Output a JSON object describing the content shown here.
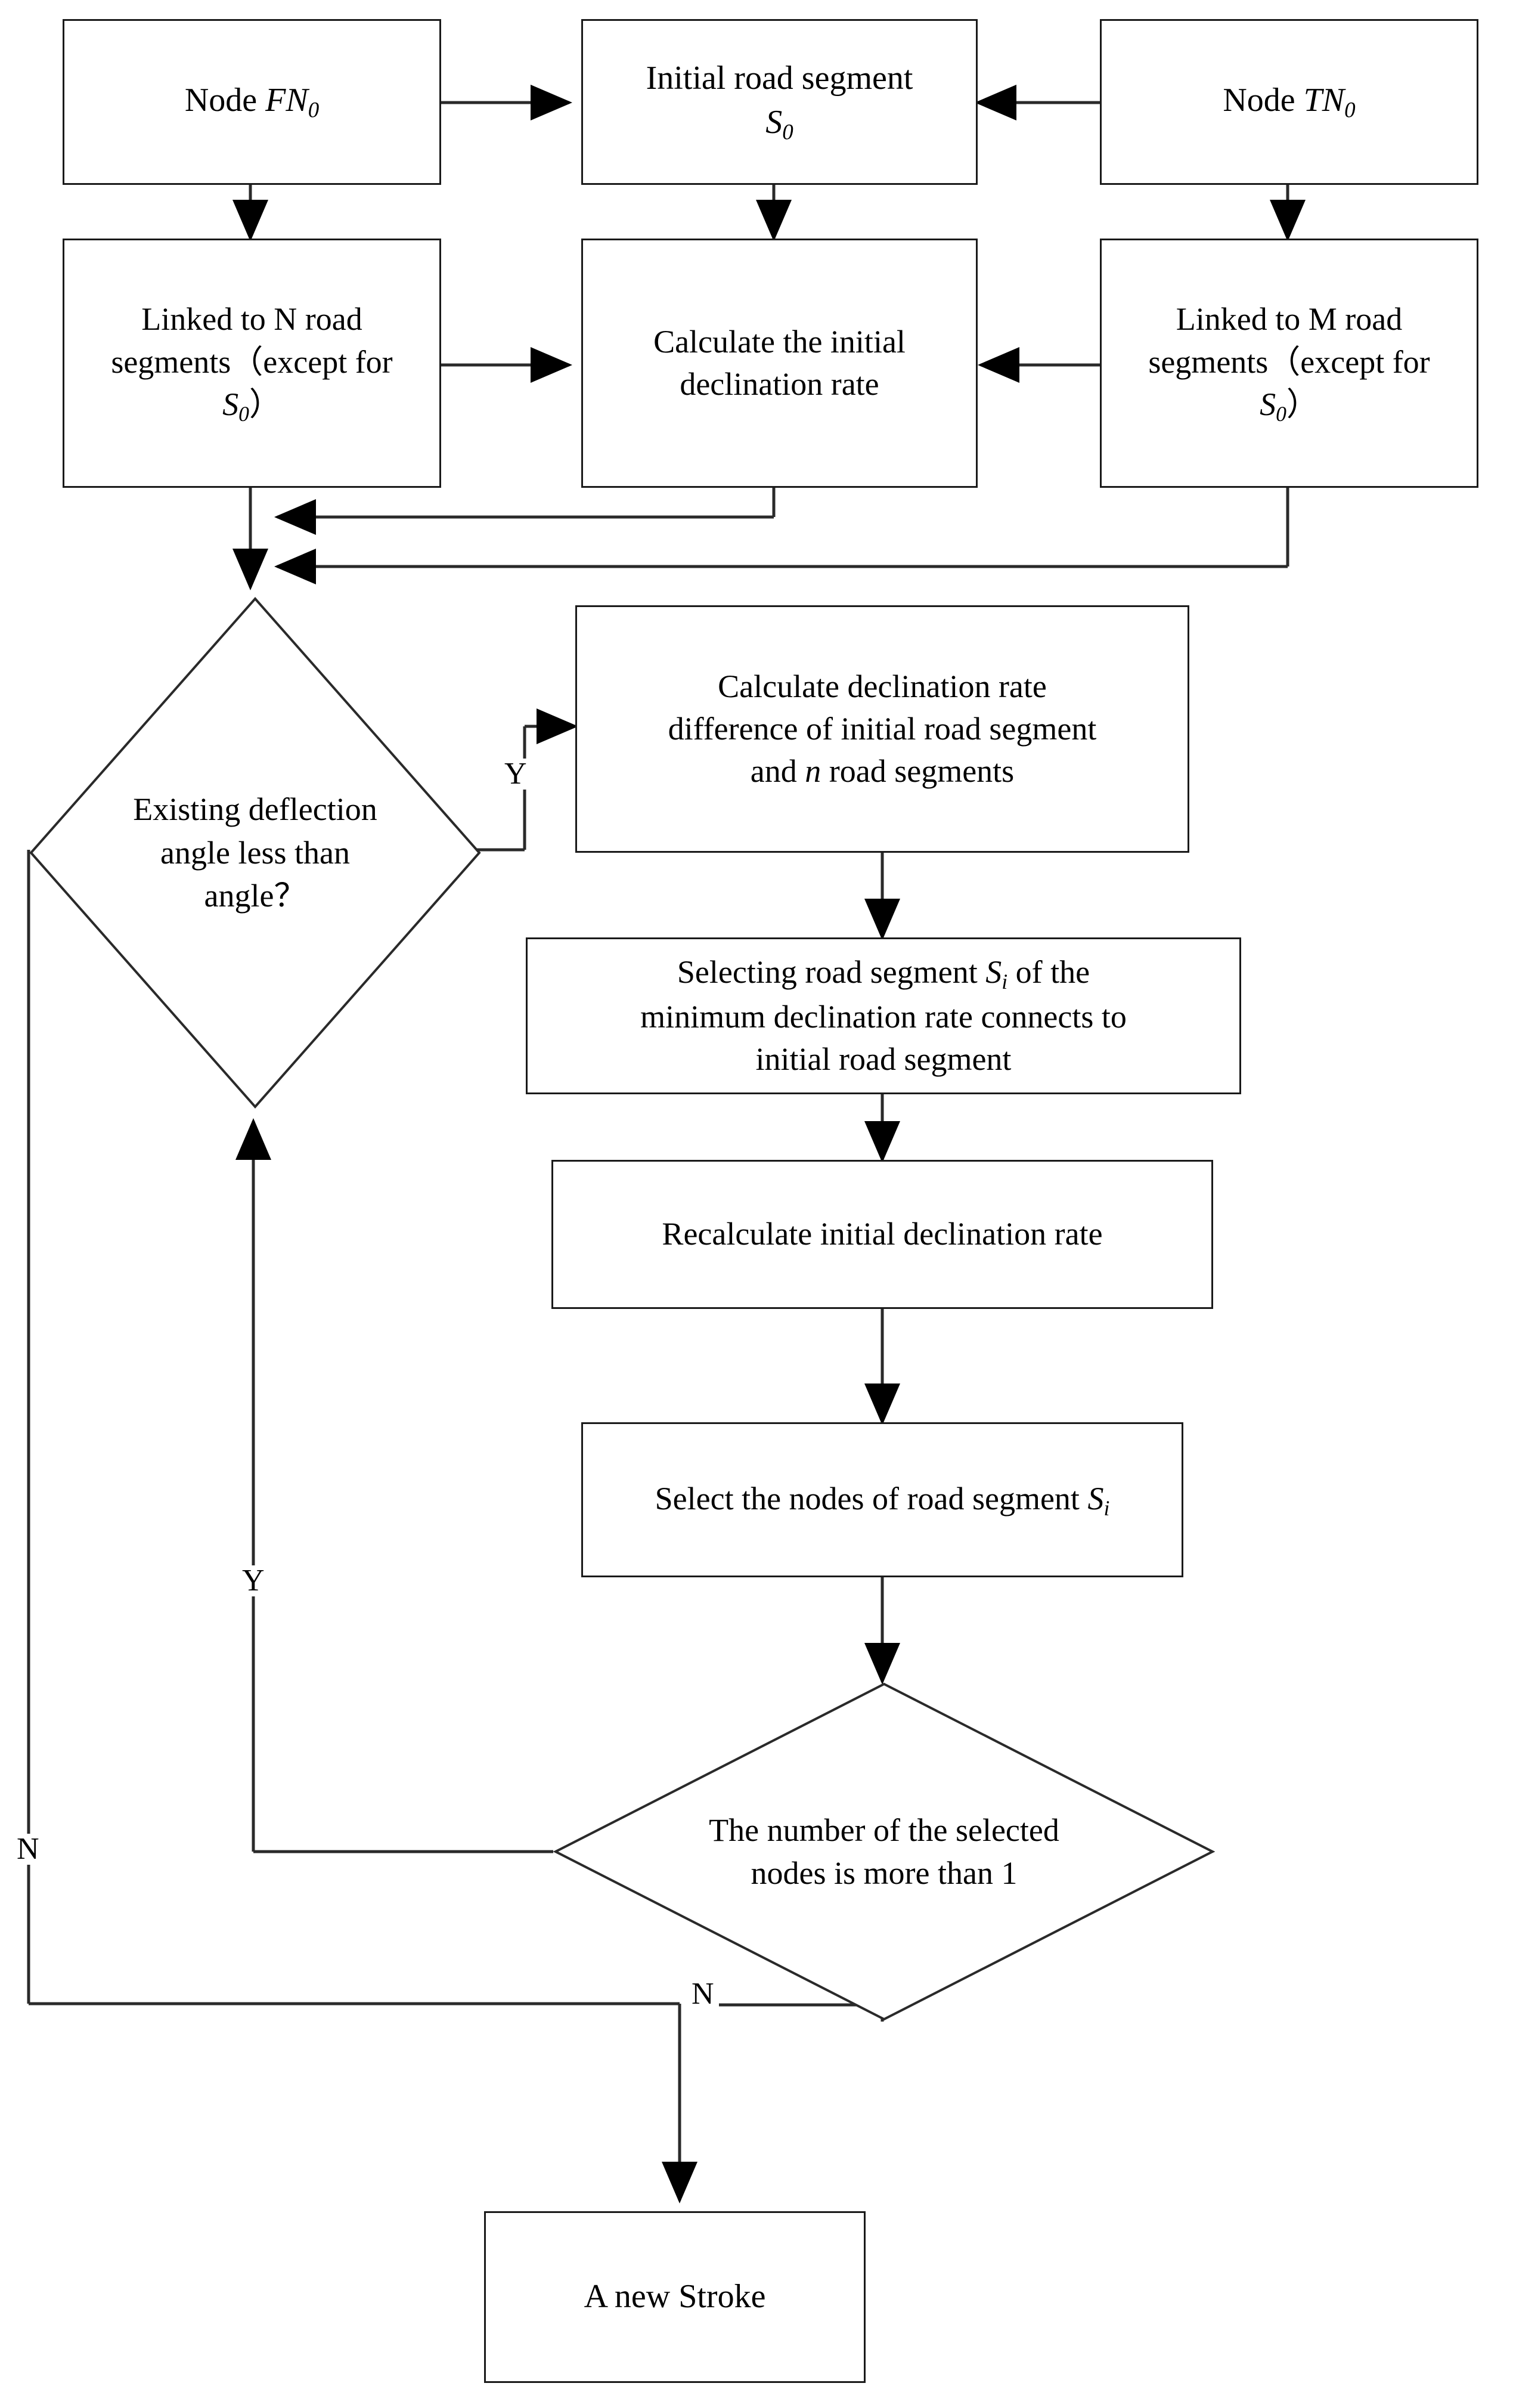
{
  "diagram": {
    "title": "Stroke generation flowchart",
    "type": "flowchart",
    "background": "#ffffff",
    "stroke_color": "#1a1a1a"
  },
  "nodes": [
    {
      "id": "fn0",
      "shape": "process",
      "label_plain": "Node  FN0",
      "line1": "Node  ",
      "var": "FN",
      "sub": "0"
    },
    {
      "id": "s0",
      "shape": "process",
      "label_plain": "Initial road segment S0",
      "line1": "Initial road segment",
      "var": "S",
      "sub": "0"
    },
    {
      "id": "tn0",
      "shape": "process",
      "label_plain": "Node  TN0",
      "line1": "Node  ",
      "var": "TN",
      "sub": "0"
    },
    {
      "id": "linkedN",
      "shape": "process",
      "label_plain": "Linked to N road segments（except for S0）",
      "line1": "Linked to N road",
      "line2": "segments（except for",
      "var": "S",
      "sub": "0",
      "tail": "）"
    },
    {
      "id": "calcinit",
      "shape": "process",
      "label_plain": "Calculate the initial declination rate",
      "line1": "Calculate the initial",
      "line2": "declination rate"
    },
    {
      "id": "linkedM",
      "shape": "process",
      "label_plain": "Linked to M road segments（except for S0）",
      "line1": "Linked to M road",
      "line2": "segments（except for",
      "var": "S",
      "sub": "0",
      "tail": "）"
    },
    {
      "id": "decision1",
      "shape": "diamond",
      "label_plain": "Existing deflection angle less than angle？",
      "line1": "Existing deflection",
      "line2": "angle less than",
      "line3": "angle？"
    },
    {
      "id": "calcdiff",
      "shape": "process",
      "label_plain": "Calculate declination rate difference of initial road segment and n road segments",
      "line1": "Calculate declination rate",
      "line2": "difference of initial road segment",
      "line3a": "and ",
      "line3var": "n",
      "line3b": " road segments"
    },
    {
      "id": "selectseg",
      "shape": "process",
      "label_plain": "Selecting road segment Si of the minimum declination rate connects to initial road segment",
      "line1a": "Selecting road segment  ",
      "var": "S",
      "sub": "i",
      "line1b": " of the",
      "line2": "minimum declination rate connects to",
      "line3": "initial road segment"
    },
    {
      "id": "recalc",
      "shape": "process",
      "label_plain": "Recalculate initial declination rate",
      "line1": "Recalculate initial declination rate"
    },
    {
      "id": "selnodes",
      "shape": "process",
      "label_plain": "Select the nodes of road segment Si",
      "line1a": "Select the nodes of road segment ",
      "var": "S",
      "sub": "i"
    },
    {
      "id": "decision2",
      "shape": "diamond",
      "label_plain": "The number of the selected nodes is more than 1",
      "line1": "The number of the selected",
      "line2": "nodes is more than 1"
    },
    {
      "id": "newstroke",
      "shape": "process",
      "label_plain": "A new Stroke",
      "line1": "A new Stroke"
    }
  ],
  "edge_labels": {
    "decision1_yes": "Y",
    "decision1_no": "N",
    "decision2_yes": "Y",
    "decision2_no": "N"
  },
  "edges": [
    {
      "from": "fn0",
      "to": "s0",
      "label": ""
    },
    {
      "from": "tn0",
      "to": "s0",
      "label": ""
    },
    {
      "from": "fn0",
      "to": "linkedN",
      "label": ""
    },
    {
      "from": "s0",
      "to": "calcinit",
      "label": ""
    },
    {
      "from": "tn0",
      "to": "linkedM",
      "label": ""
    },
    {
      "from": "linkedN",
      "to": "calcinit",
      "label": ""
    },
    {
      "from": "linkedM",
      "to": "calcinit",
      "label": ""
    },
    {
      "from": "linkedN",
      "to": "decision1",
      "label": ""
    },
    {
      "from": "calcinit",
      "to": "decision1",
      "label": ""
    },
    {
      "from": "linkedM",
      "to": "decision1",
      "label": ""
    },
    {
      "from": "decision1",
      "to": "calcdiff",
      "label": "Y"
    },
    {
      "from": "decision1",
      "to": "newstroke",
      "label": "N"
    },
    {
      "from": "calcdiff",
      "to": "selectseg",
      "label": ""
    },
    {
      "from": "selectseg",
      "to": "recalc",
      "label": ""
    },
    {
      "from": "recalc",
      "to": "selnodes",
      "label": ""
    },
    {
      "from": "selnodes",
      "to": "decision2",
      "label": ""
    },
    {
      "from": "decision2",
      "to": "decision1",
      "label": "Y"
    },
    {
      "from": "decision2",
      "to": "newstroke",
      "label": "N"
    }
  ]
}
